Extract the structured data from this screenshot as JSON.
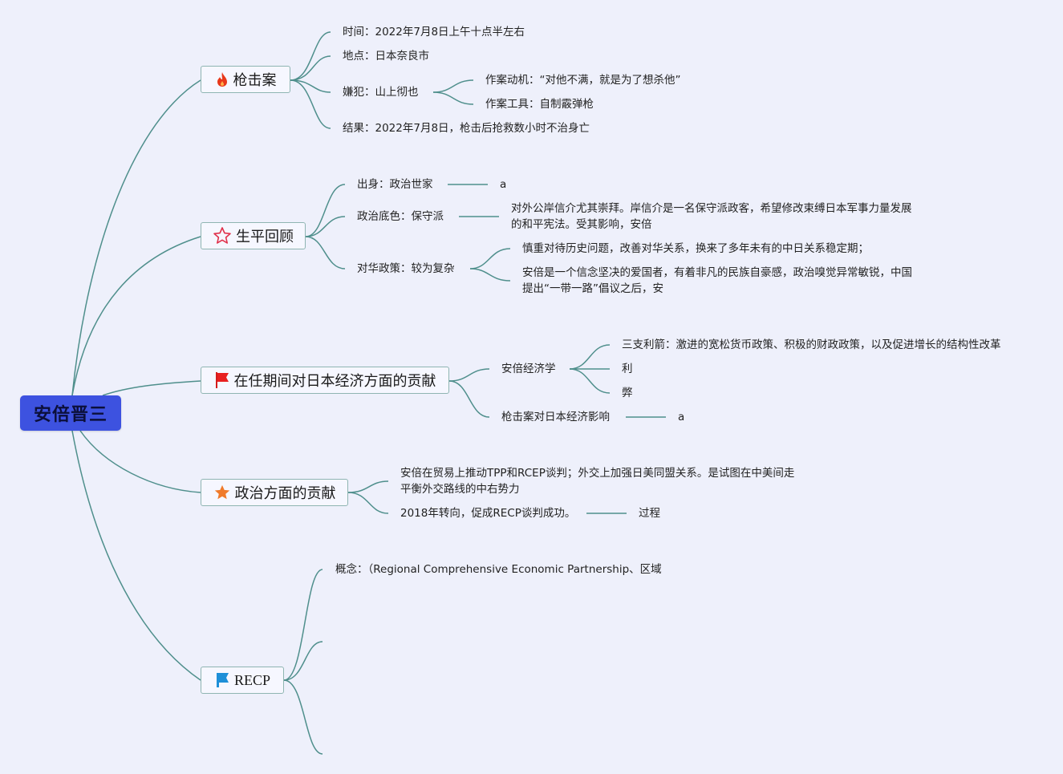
{
  "root": {
    "label": "安倍晋三"
  },
  "branches": {
    "shooting": {
      "label": "枪击案",
      "icon": "fire-icon",
      "time": "时间：2022年7月8日上午十点半左右",
      "place": "地点：日本奈良市",
      "suspect": "嫌犯：山上彻也",
      "motive": "作案动机：“对他不满，就是为了想杀他”",
      "weapon": "作案工具：自制霰弹枪",
      "result": "结果：2022年7月8日，枪击后抢救数小时不治身亡"
    },
    "life": {
      "label": "生平回顾",
      "icon": "star-outline-icon",
      "origin": "出身：政治世家",
      "origin_note": "a",
      "stance": "政治底色：保守派",
      "stance_note": "对外公岸信介尤其崇拜。岸信介是一名保守派政客，希望修改束缚日本军事力量发展的和平宪法。受其影响，安倍",
      "china_policy": "对华政策：较为复杂",
      "china_policy_a": "慎重对待历史问题，改善对华关系，换来了多年未有的中日关系稳定期；",
      "china_policy_b": "安倍是一个信念坚决的爱国者，有着非凡的民族自豪感，政治嗅觉异常敏锐，中国提出“一带一路”倡议之后，安"
    },
    "economy": {
      "label": "在任期间对日本经济方面的贡献",
      "icon": "red-flag-icon",
      "abenomics": "安倍经济学",
      "three_arrows": "三支利箭：激进的宽松货币政策、积极的财政政策，以及促进增长的结构性改革",
      "pros": "利",
      "cons": "弊",
      "shooting_impact": "枪击案对日本经济影响",
      "shooting_impact_note": "a"
    },
    "politics": {
      "label": "政治方面的贡献",
      "icon": "orange-star-icon",
      "trade": "安倍在贸易上推动TPP和RCEP谈判；外交上加强日美同盟关系。是试图在中美间走平衡外交路线的中右势力",
      "rcep_turn": "2018年转向，促成RECP谈判成功。",
      "rcep_turn_note": "过程"
    },
    "recp": {
      "label": "RECP",
      "icon": "blue-flag-icon",
      "concept": "概念：（Regional Comprehensive Economic Partnership、区域"
    }
  },
  "colors": {
    "root_fill": "#3d52e0",
    "link": "#4f8f8c",
    "branch_border": "#8fb5b2",
    "background": "#eef0fb"
  }
}
